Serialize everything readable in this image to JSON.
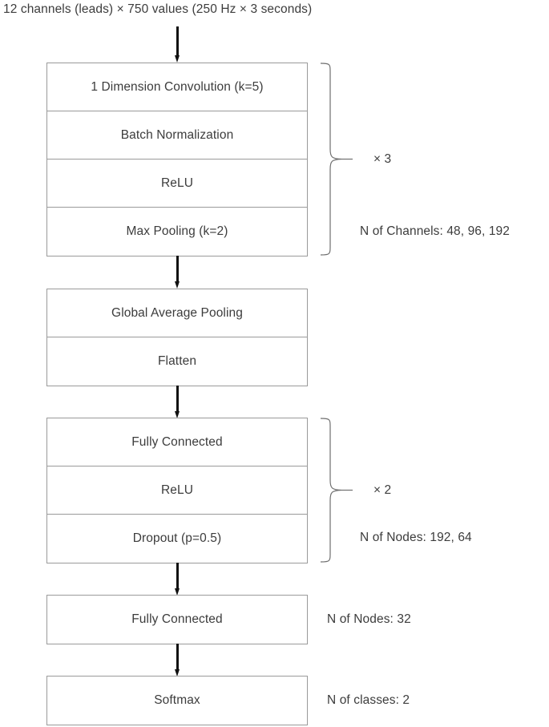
{
  "diagram": {
    "title": "12 channels (leads) × 750 values (250 Hz × 3 seconds)",
    "groups": [
      {
        "id": "conv-block",
        "layers": [
          "1 Dimension Convolution (k=5)",
          "Batch Normalization",
          "ReLU",
          "Max Pooling (k=2)"
        ],
        "repeat_label": "× 3",
        "annotation": "N of Channels: 48, 96, 192"
      },
      {
        "id": "pooling-block",
        "layers": [
          "Global Average Pooling",
          "Flatten"
        ],
        "repeat_label": "",
        "annotation": ""
      },
      {
        "id": "dense-block",
        "layers": [
          "Fully Connected",
          "ReLU",
          "Dropout (p=0.5)"
        ],
        "repeat_label": "× 2",
        "annotation": "N of Nodes: 192, 64"
      },
      {
        "id": "output-dense-block",
        "layers": [
          "Fully Connected"
        ],
        "repeat_label": "",
        "annotation": "N of Nodes: 32"
      },
      {
        "id": "softmax-block",
        "layers": [
          "Softmax"
        ],
        "repeat_label": "",
        "annotation": "N of classes: 2"
      }
    ],
    "colors": {
      "box_border": "#9a9a9a",
      "arrow": "#111111",
      "text": "#3c3c3c",
      "background": "#ffffff"
    }
  }
}
